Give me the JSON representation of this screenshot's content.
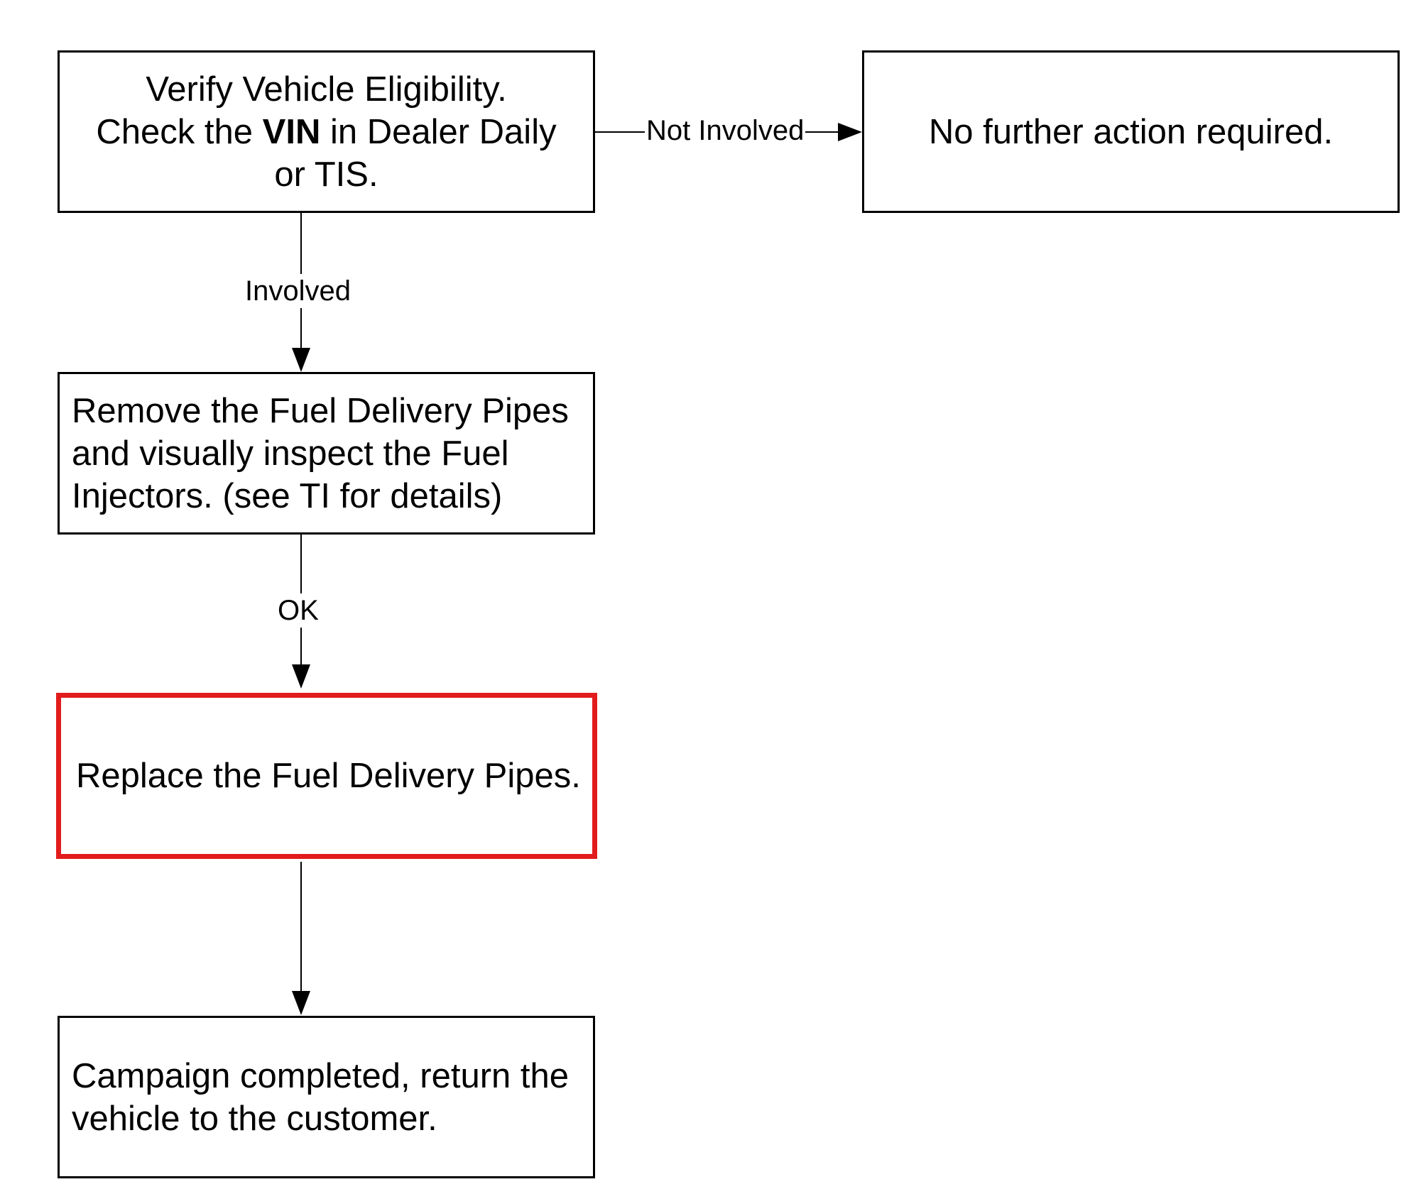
{
  "nodes": {
    "verify": {
      "line1": "Verify Vehicle Eligibility.",
      "line2_pre": "Check the ",
      "line2_bold": "VIN",
      "line2_post": " in Dealer Daily",
      "line3": "or TIS."
    },
    "no_action": {
      "text": "No further action required."
    },
    "remove_inspect": {
      "line1": "Remove the Fuel Delivery Pipes",
      "line2": "and visually inspect the Fuel",
      "line3": "Injectors. (see TI for details)"
    },
    "replace": {
      "text": "Replace the Fuel Delivery Pipes."
    },
    "complete": {
      "line1": "Campaign completed, return the",
      "line2": "vehicle to the customer."
    }
  },
  "edges": {
    "verify_to_no_action": "Not Involved",
    "verify_to_remove": "Involved",
    "remove_to_replace": "OK"
  },
  "colors": {
    "highlight_border": "#e21c1c",
    "line": "#000000"
  }
}
